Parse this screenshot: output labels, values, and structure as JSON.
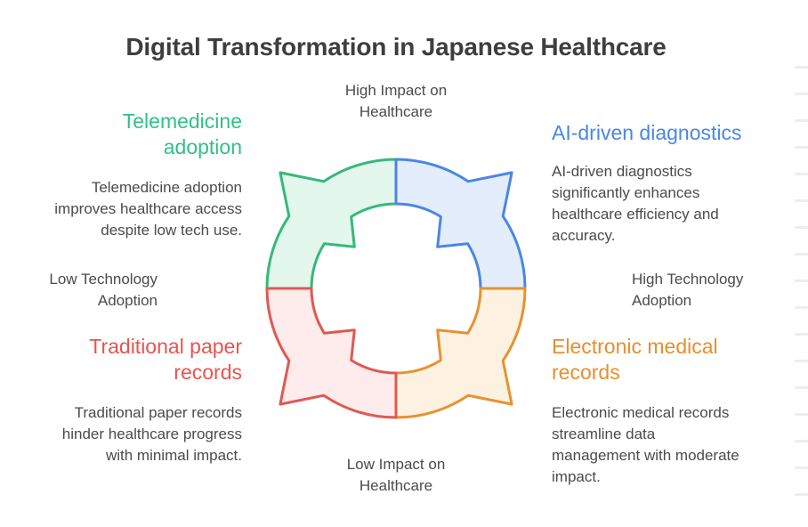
{
  "title": {
    "text": "Digital Transformation in Japanese Healthcare",
    "color": "#3e3e3e"
  },
  "palette": {
    "text": "#4b4b4b",
    "green": "#2fc186",
    "blue": "#4a86e8",
    "red": "#ea544f",
    "orange": "#e88e2d"
  },
  "axis": {
    "top": [
      "High Impact on",
      "Healthcare"
    ],
    "bottom": [
      "Low Impact on",
      "Healthcare"
    ],
    "left": [
      "Low Technology",
      "Adoption"
    ],
    "right": [
      "High Technology",
      "Adoption"
    ]
  },
  "quadrants": [
    {
      "id": "telemedicine-adoption",
      "position": "top-left",
      "heading_lines": [
        "Telemedicine",
        "adoption"
      ],
      "heading_color": "#2fc186",
      "body_lines": [
        "Telemedicine adoption",
        "improves healthcare access",
        "despite low tech use."
      ],
      "arc_stroke": "#35b97a",
      "arc_fill": "#e4f7ec"
    },
    {
      "id": "ai-driven-diagnostics",
      "position": "top-right",
      "heading_lines": [
        "AI-driven diagnostics"
      ],
      "heading_color": "#4a86e8",
      "body_lines": [
        "AI-driven diagnostics",
        "significantly enhances",
        "healthcare efficiency and",
        "accuracy."
      ],
      "arc_stroke": "#4a86e8",
      "arc_fill": "#e4edfc"
    },
    {
      "id": "electronic-medical-records",
      "position": "bottom-right",
      "heading_lines": [
        "Electronic medical",
        "records"
      ],
      "heading_color": "#e88e2d",
      "body_lines": [
        "Electronic medical records",
        "streamline data",
        "management with moderate",
        "impact."
      ],
      "arc_stroke": "#e8922f",
      "arc_fill": "#fdf2e2"
    },
    {
      "id": "traditional-paper-records",
      "position": "bottom-left",
      "heading_lines": [
        "Traditional paper",
        "records"
      ],
      "heading_color": "#ea544f",
      "body_lines": [
        "Traditional paper records",
        "hinder healthcare progress",
        "with minimal impact."
      ],
      "arc_stroke": "#e15852",
      "arc_fill": "#fdeceb"
    }
  ],
  "decor": {
    "edge_tick_count": 17,
    "edge_tick_color": "#ededed"
  }
}
